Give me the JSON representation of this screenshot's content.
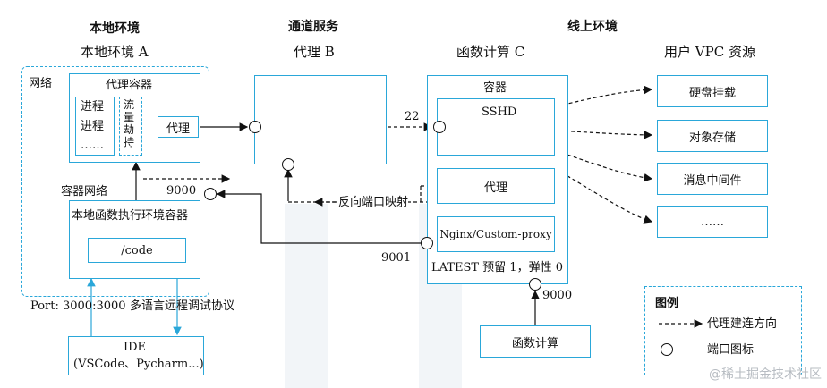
{
  "headers": {
    "local_env": "本地环境",
    "tunnel": "通道服务",
    "online_env": "线上环境"
  },
  "subheaders": {
    "local_env_a": "本地环境 A",
    "proxy_b": "代理 B",
    "fc_c": "函数计算 C",
    "vpc": "用户 VPC 资源"
  },
  "local": {
    "network_label": "网络",
    "proxy_container_label": "代理容器",
    "processes": [
      "进程",
      "进程",
      "……"
    ],
    "traffic_hijack": "流量劫持",
    "proxy_label": "代理",
    "container_network": "容器网络",
    "exec_env": "本地函数执行环境容器",
    "code": "/code",
    "port_map": "Port: 3000:3000",
    "debug_protocol": "多语言远程调试协议"
  },
  "ide": {
    "line1": "IDE",
    "line2": "(VSCode、Pycharm...)"
  },
  "ports": {
    "p22": "22",
    "p9000_local": "9000",
    "p9001": "9001",
    "p9000_fc": "9000"
  },
  "reverse_map": "反向端口映射",
  "fc": {
    "container_label": "容器",
    "sshd": "SSHD",
    "proxy": "代理",
    "nginx": "Nginx/Custom-proxy",
    "latest": "LATEST 预留 1，弹性 0",
    "invoke": "函数计算"
  },
  "vpc_items": [
    "硬盘挂载",
    "对象存储",
    "消息中间件",
    "……"
  ],
  "legend": {
    "title": "图例",
    "arrow": "代理建连方向",
    "port": "端口图标"
  },
  "watermark": "@稀土掘金技术社区",
  "colors": {
    "accent": "#2aa7d9",
    "line": "#111111"
  }
}
